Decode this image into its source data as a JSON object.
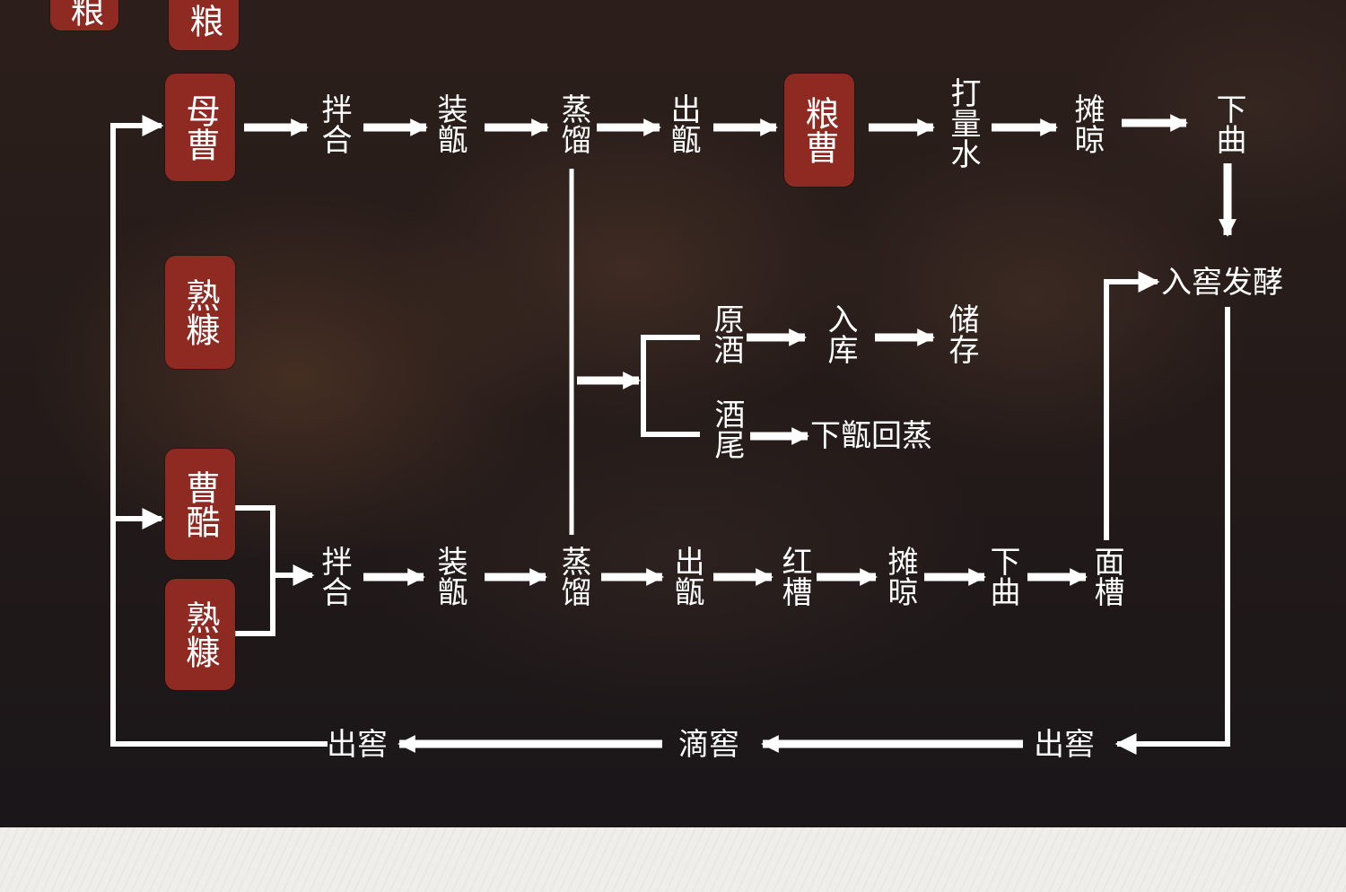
{
  "badges": {
    "liang_top_left": "粮",
    "liang_top": "粮",
    "mu_zao": "母曹",
    "liang_zao": "粮曹",
    "shu_kang_mid": "熟糠",
    "zao_cu": "曹酷",
    "shu_kang_bottom": "熟糠"
  },
  "row1": {
    "ban_he": "拌合",
    "zhuang_zeng": "装甑",
    "zheng_liu": "蒸馏",
    "chu_zeng": "出甑",
    "da_liang_shui": "打量水",
    "tan_liang": "摊晾",
    "xia_qu": "下曲"
  },
  "branch": {
    "yuan_jiu": "原酒",
    "ru_ku": "入库",
    "chu_cun": "储存",
    "jiu_wei": "酒尾",
    "xia_zeng_hui_zheng": "下甑回蒸"
  },
  "ferment": "入窖发酵",
  "row2": {
    "ban_he": "拌合",
    "zhuang_zeng": "装甑",
    "zheng_liu": "蒸馏",
    "chu_zeng": "出甑",
    "hong_cao": "红槽",
    "tan_liang": "摊晾",
    "xia_qu": "下曲",
    "mian_cao": "面槽"
  },
  "bottom": {
    "chu_jiao_right": "出窖",
    "di_jiao": "滴窖",
    "chu_jiao_left": "出窖"
  },
  "colors": {
    "badge": "#8e2a22",
    "line": "#ffffff",
    "background": "#241b19",
    "page": "#efeeea"
  }
}
